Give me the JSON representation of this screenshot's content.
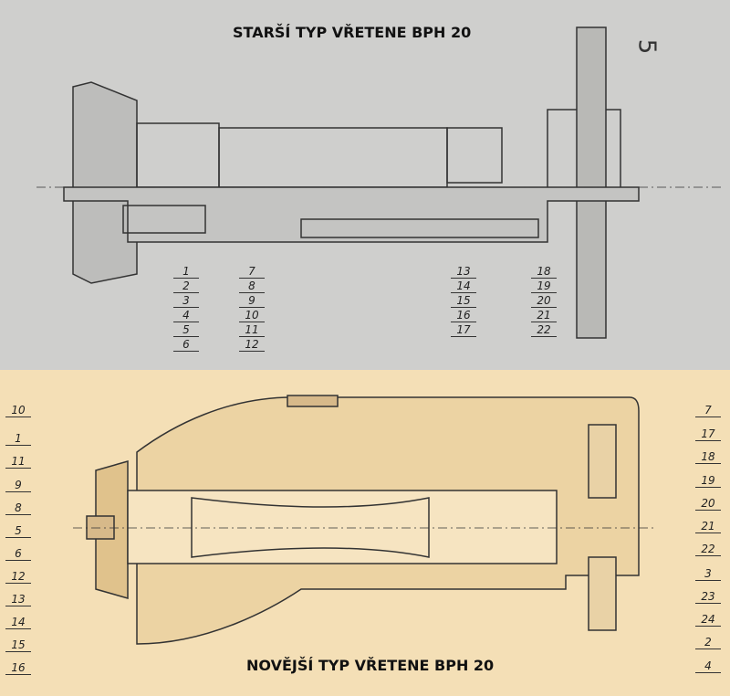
{
  "top": {
    "title": "STARŠÍ TYP VŘETENE BPH 20",
    "page_number": "5",
    "labels_left1": [
      "1",
      "2",
      "3",
      "4",
      "5",
      "6"
    ],
    "labels_left2": [
      "7",
      "8",
      "9",
      "10",
      "11",
      "12"
    ],
    "labels_right1": [
      "13",
      "14",
      "15",
      "16",
      "17"
    ],
    "labels_right2": [
      "18",
      "19",
      "20",
      "21",
      "22"
    ]
  },
  "bottom": {
    "title": "NOVĚJŠÍ TYP VŘETENE BPH 20",
    "labels_left": [
      "10",
      "1",
      "11",
      "9",
      "8",
      "5",
      "6",
      "12",
      "13",
      "14",
      "15",
      "16"
    ],
    "labels_right": [
      "7",
      "17",
      "18",
      "19",
      "20",
      "21",
      "22",
      "3",
      "23",
      "24",
      "2",
      "4"
    ]
  }
}
